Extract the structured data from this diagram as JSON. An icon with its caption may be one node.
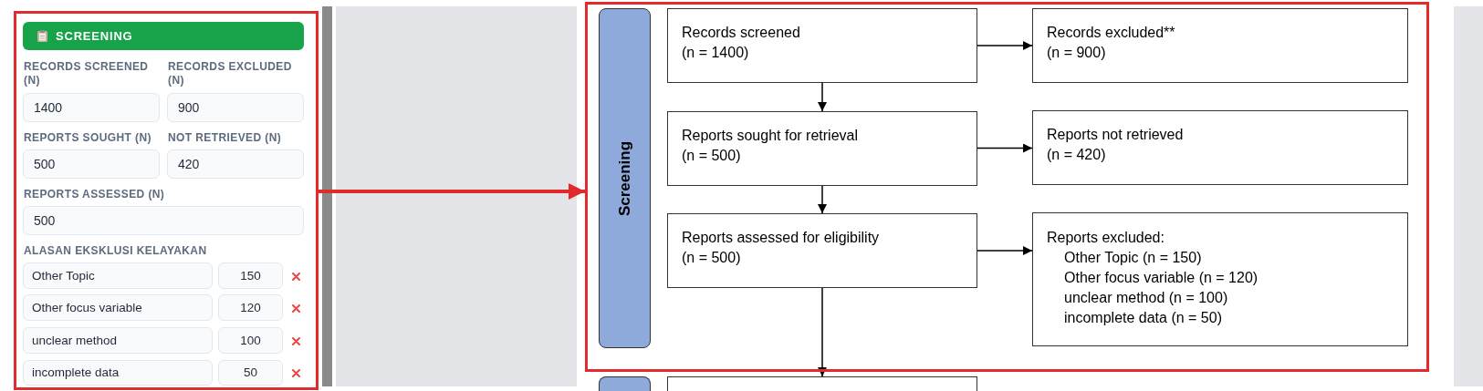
{
  "diagram": {
    "nodes": [
      {
        "text": [],
        "shape": "box"
      },
      {
        "text": [
          "SCREENING"
        ],
        "in": 0
      },
      {
        "text": [
          "RECORDS SCREENED (N)",
          "1400"
        ],
        "in": 0
      },
      {
        "text": [
          "RECORDS EXCLUDED (N)",
          "900"
        ],
        "in": 0
      },
      {
        "text": [
          "REPORTS SOUGHT (N)",
          "500"
        ],
        "in": 0
      },
      {
        "text": [
          "NOT RETRIEVED (N)",
          "420"
        ],
        "in": 0
      },
      {
        "text": [
          "REPORTS ASSESSED (N)",
          "500"
        ],
        "in": 0
      },
      {
        "text": [
          "Other Topic"
        ],
        "in": 0
      },
      {
        "text": [
          "150"
        ],
        "in": 0
      },
      {
        "text": [
          "Other focus variable"
        ],
        "in": 0
      },
      {
        "text": [
          "120"
        ],
        "in": 0
      },
      {
        "text": [
          "unclear method"
        ],
        "in": 0
      },
      {
        "text": [
          "100"
        ],
        "in": 0
      },
      {
        "text": [
          "incomplete data"
        ],
        "in": 0
      },
      {
        "text": [
          "50"
        ],
        "in": 0
      },
      {
        "text": [],
        "shape": "box"
      },
      {
        "text": [
          "Screening"
        ],
        "in": 15
      },
      {
        "text": [
          "Records screened",
          "(n = 1400)"
        ],
        "in": 15
      },
      {
        "text": [
          "Records excluded**",
          "(n = 900)"
        ],
        "in": 15
      },
      {
        "text": [
          "Reports sought for retrieval",
          "(n = 500)"
        ],
        "in": 15
      },
      {
        "text": [
          "Reports not retrieved",
          "(n = 420)"
        ],
        "in": 15
      },
      {
        "text": [
          "Reports assessed for eligibility",
          "(n = 500)"
        ],
        "in": 15
      },
      {
        "text": [
          "Reports excluded:",
          "Other Topic (n = 150)",
          "Other focus variable (n = 120)",
          "unclear method (n = 100)",
          "incomplete data (n = 50)"
        ],
        "in": 15
      },
      {
        "text": [],
        "shape": "bar"
      },
      {
        "text": [],
        "shape": "box"
      }
    ],
    "edges": [
      {
        "from": 0,
        "to": 15,
        "arrow": "to",
        "style": "thick",
        "color": "#e02b2b"
      },
      {
        "from": 17,
        "to": 18,
        "arrow": "to"
      },
      {
        "from": 17,
        "to": 19,
        "arrow": "to"
      },
      {
        "from": 19,
        "to": 20,
        "arrow": "to"
      },
      {
        "from": 19,
        "to": 21,
        "arrow": "to"
      },
      {
        "from": 21,
        "to": 22,
        "arrow": "to"
      },
      {
        "from": 21,
        "to": 24,
        "arrow": "to"
      }
    ],
    "labels": [
      "ALASAN EKSKLUSI KELAYAKAN"
    ]
  }
}
